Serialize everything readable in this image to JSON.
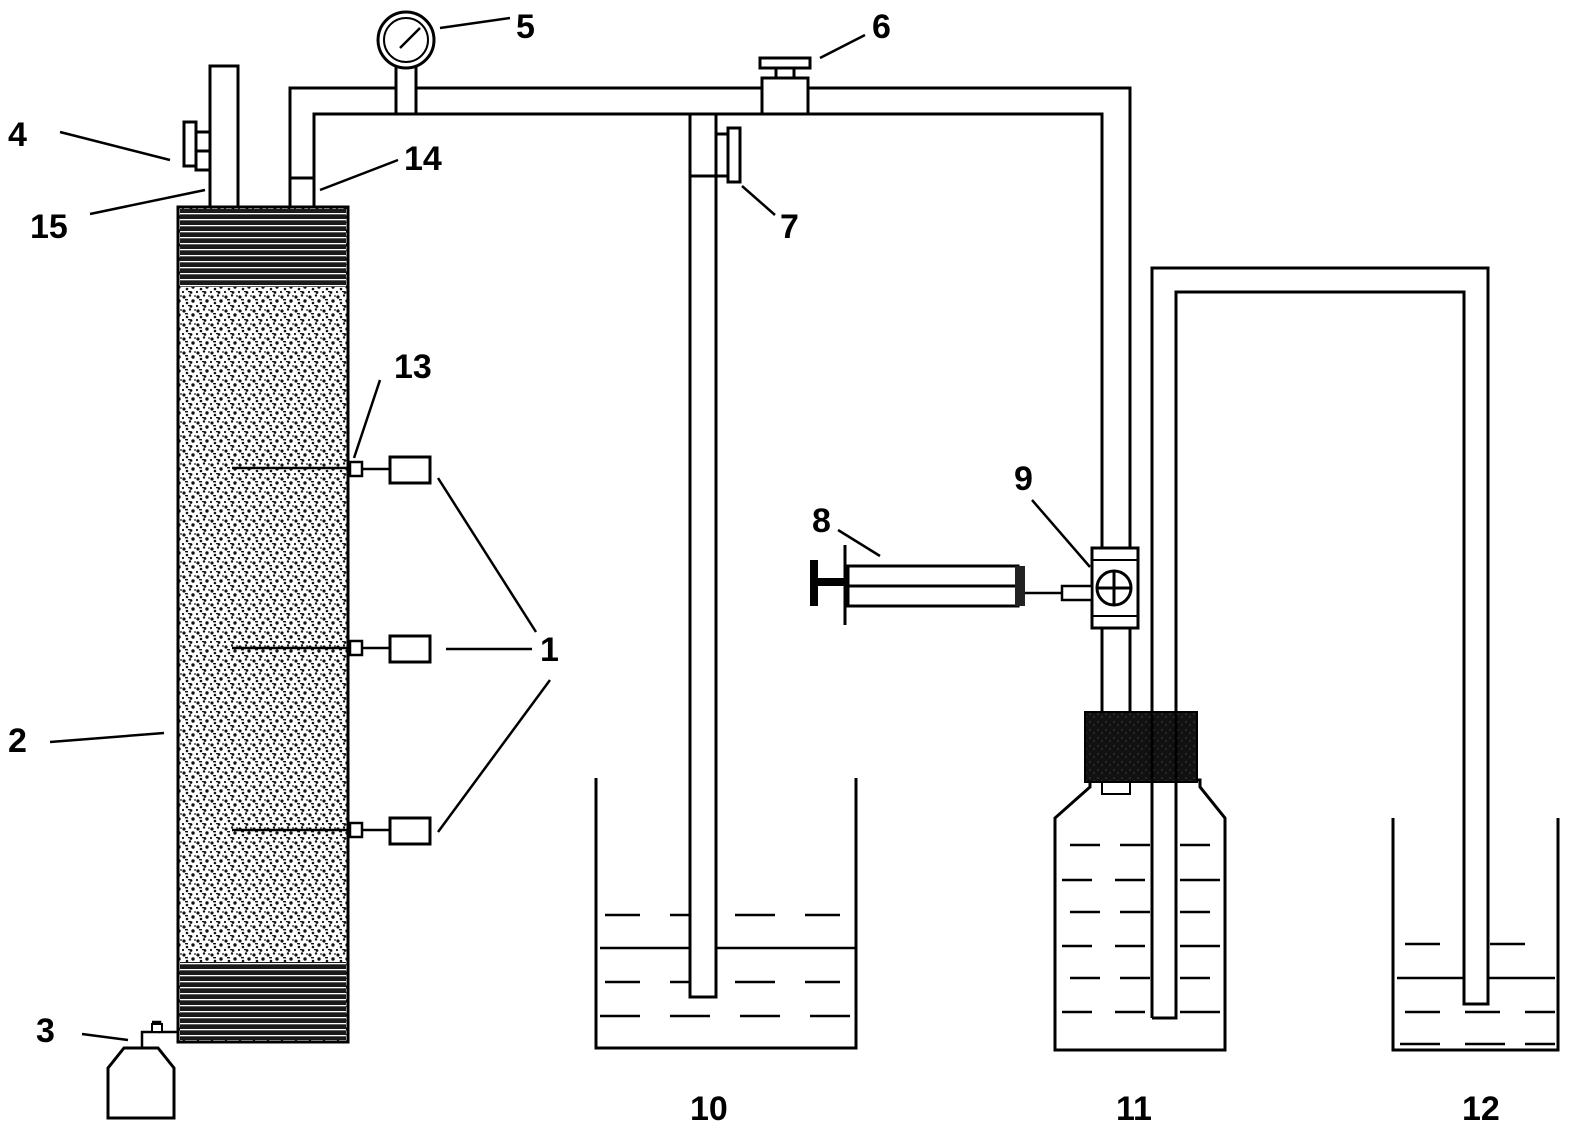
{
  "diagram": {
    "labels": {
      "l1": "1",
      "l2": "2",
      "l3": "3",
      "l4": "4",
      "l5": "5",
      "l6": "6",
      "l7": "7",
      "l8": "8",
      "l9": "9",
      "l10": "10",
      "l11": "11",
      "l12": "12",
      "l13": "13",
      "l14": "14",
      "l15": "15"
    },
    "colors": {
      "line": "#000000",
      "background": "#ffffff",
      "packing": "#1a1a1a"
    }
  }
}
